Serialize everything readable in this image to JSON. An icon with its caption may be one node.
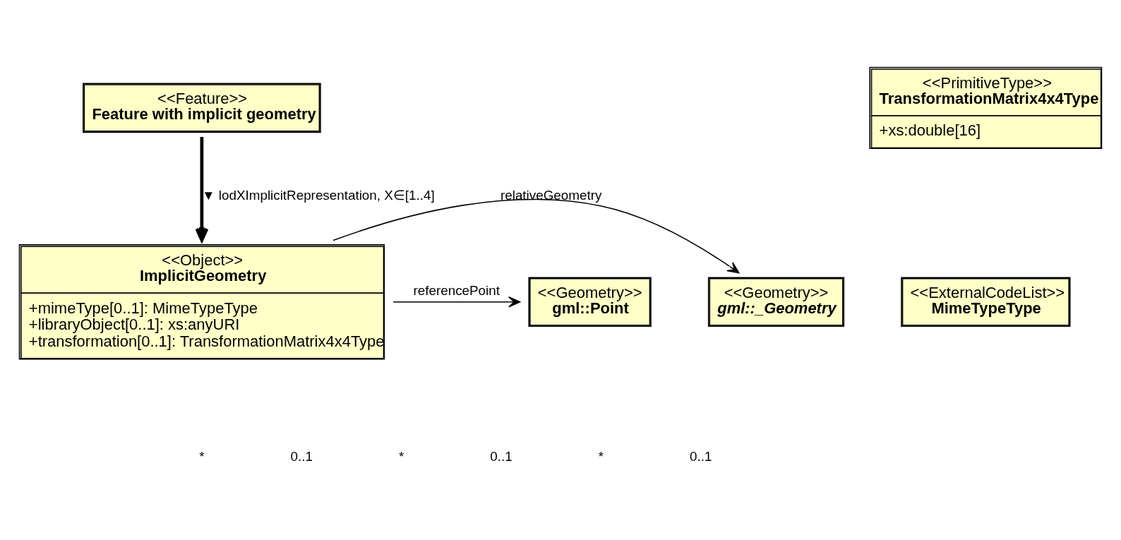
{
  "diagram": {
    "nodes": [
      {
        "text": [
          "<<Feature>>",
          "Feature with implicit geometry"
        ]
      },
      {
        "text": [
          "<<PrimitiveType>>",
          "TransformationMatrix4x4Type",
          "+xs:double[16]"
        ]
      },
      {
        "text": [
          "<<ExternalCodeList>>",
          "MimeTypeType"
        ]
      },
      {
        "text": [
          "<<Object>>",
          "ImplicitGeometry",
          "+mimeType[0..1]: MimeTypeType",
          "+libraryObject[0..1]: xs:anyURI",
          "+transformation[0..1]: TransformationMatrix4x4Type"
        ]
      },
      {
        "text": [
          "<<Geometry>>",
          "gml::_Geometry"
        ]
      },
      {
        "text": [
          "<<Geometry>>",
          "gml::Point"
        ]
      }
    ],
    "edges": [
      {
        "from": 0,
        "to": 3,
        "arrow": "to",
        "label": "▼ lodXImplicitRepresentation, X∈[1..4]",
        "style": "thick"
      },
      {
        "from": 3,
        "to": 4,
        "arrow": "to",
        "label": "relativeGeometry"
      },
      {
        "from": 3,
        "to": 5,
        "arrow": "to",
        "label": "referencePoint"
      }
    ],
    "labels": [
      "*",
      "0..1",
      "*",
      "0..1",
      "*",
      "0..1"
    ]
  }
}
